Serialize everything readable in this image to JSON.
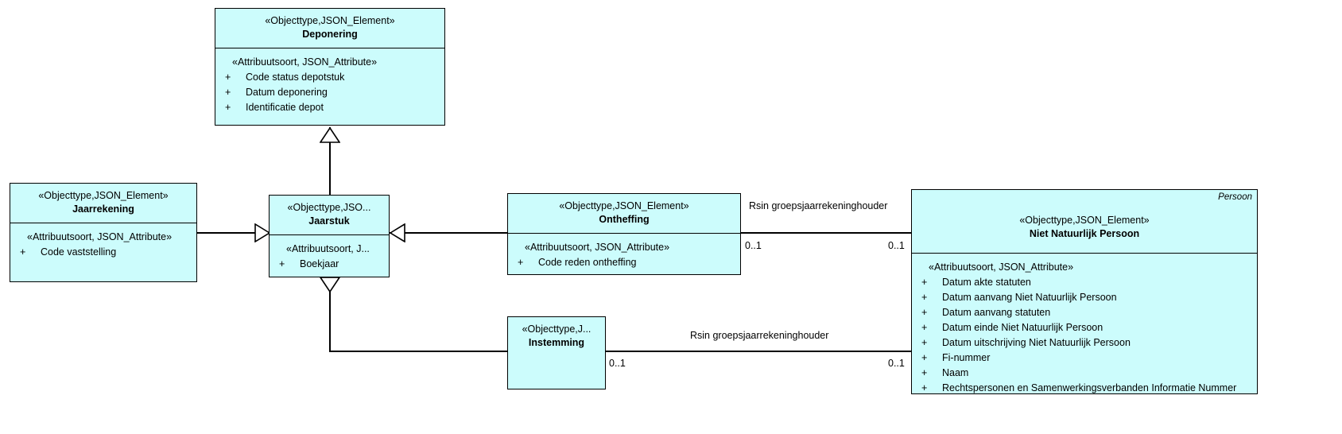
{
  "diagram": {
    "title": "UML class diagram - Jaarstuk / Deponering",
    "type": "uml-class-diagram",
    "background": "#ffffff",
    "class_fill": "#ccfcfc",
    "line_color": "#000000"
  },
  "classes": [
    {
      "id": "deponering",
      "stereotype": "«Objecttype,JSON_Element»",
      "name": "Deponering",
      "attr_stereotype": "«Attribuutsoort, JSON_Attribute»",
      "attributes": [
        {
          "visibility": "+",
          "name": "Code status depotstuk"
        },
        {
          "visibility": "+",
          "name": "Datum deponering"
        },
        {
          "visibility": "+",
          "name": "Identificatie depot"
        }
      ]
    },
    {
      "id": "jaarrekening",
      "stereotype": "«Objecttype,JSON_Element»",
      "name": "Jaarrekening",
      "attr_stereotype": "«Attribuutsoort, JSON_Attribute»",
      "attributes": [
        {
          "visibility": "+",
          "name": "Code vaststelling"
        }
      ]
    },
    {
      "id": "jaarstuk",
      "stereotype": "«Objecttype,JSO...",
      "name": "Jaarstuk",
      "attr_stereotype": "«Attribuutsoort, J...",
      "attributes": [
        {
          "visibility": "+",
          "name": "Boekjaar"
        }
      ]
    },
    {
      "id": "ontheffing",
      "stereotype": "«Objecttype,JSON_Element»",
      "name": "Ontheffing",
      "attr_stereotype": "«Attribuutsoort, JSON_Attribute»",
      "attributes": [
        {
          "visibility": "+",
          "name": "Code reden ontheffing"
        }
      ]
    },
    {
      "id": "instemming",
      "stereotype": "«Objecttype,J...",
      "name": "Instemming",
      "attr_stereotype": "",
      "attributes": []
    },
    {
      "id": "niet_natuurlijk_persoon",
      "package": "Persoon",
      "stereotype": "«Objecttype,JSON_Element»",
      "name": "Niet Natuurlijk Persoon",
      "attr_stereotype": "«Attribuutsoort, JSON_Attribute»",
      "attributes": [
        {
          "visibility": "+",
          "name": "Datum akte statuten"
        },
        {
          "visibility": "+",
          "name": "Datum aanvang Niet Natuurlijk Persoon"
        },
        {
          "visibility": "+",
          "name": "Datum aanvang statuten"
        },
        {
          "visibility": "+",
          "name": "Datum einde Niet Natuurlijk Persoon"
        },
        {
          "visibility": "+",
          "name": "Datum uitschrijving Niet Natuurlijk Persoon"
        },
        {
          "visibility": "+",
          "name": "Fi-nummer"
        },
        {
          "visibility": "+",
          "name": "Naam"
        },
        {
          "visibility": "+",
          "name": "Rechtspersonen en Samenwerkingsverbanden Informatie Nummer"
        }
      ]
    }
  ],
  "relations": [
    {
      "id": "jaarstuk-deponering",
      "kind": "generalization",
      "from": "jaarstuk",
      "to": "deponering",
      "label": ""
    },
    {
      "id": "jaarrekening-jaarstuk",
      "kind": "generalization",
      "from": "jaarrekening",
      "to": "jaarstuk",
      "label": ""
    },
    {
      "id": "ontheffing-jaarstuk",
      "kind": "generalization",
      "from": "ontheffing",
      "to": "jaarstuk",
      "label": ""
    },
    {
      "id": "instemming-jaarstuk",
      "kind": "generalization",
      "from": "instemming",
      "to": "jaarstuk",
      "label": ""
    },
    {
      "id": "ontheffing-nnp",
      "kind": "association",
      "from": "ontheffing",
      "to": "niet_natuurlijk_persoon",
      "label": "Rsin groepsjaarrekeninghouder",
      "source_multiplicity": "0..1",
      "target_multiplicity": "0..1"
    },
    {
      "id": "instemming-nnp",
      "kind": "association",
      "from": "instemming",
      "to": "niet_natuurlijk_persoon",
      "label": "Rsin groepsjaarrekeninghouder",
      "source_multiplicity": "0..1",
      "target_multiplicity": "0..1"
    }
  ]
}
